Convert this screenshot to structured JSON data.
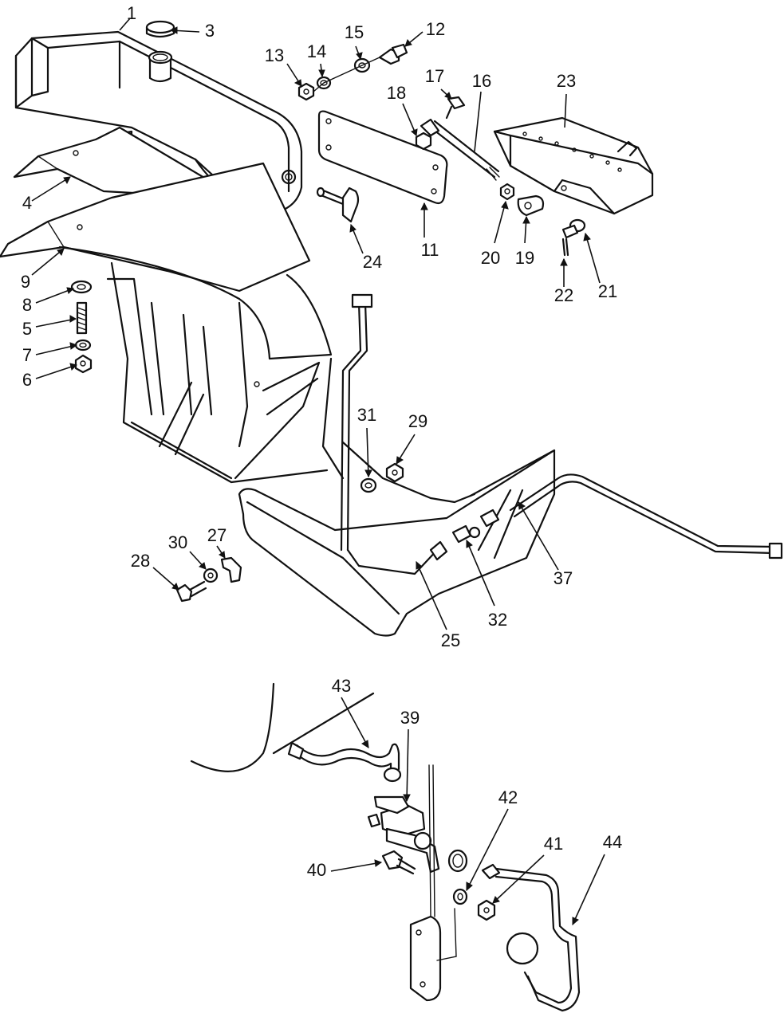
{
  "diagram": {
    "colors": {
      "ink": "#111111",
      "paper": "#ffffff"
    },
    "callouts": [
      {
        "id": "c1",
        "label": "1"
      },
      {
        "id": "c3",
        "label": "3"
      },
      {
        "id": "c4",
        "label": "4"
      },
      {
        "id": "c5",
        "label": "5"
      },
      {
        "id": "c6",
        "label": "6"
      },
      {
        "id": "c7",
        "label": "7"
      },
      {
        "id": "c8",
        "label": "8"
      },
      {
        "id": "c9",
        "label": "9"
      },
      {
        "id": "c11",
        "label": "11"
      },
      {
        "id": "c12",
        "label": "12"
      },
      {
        "id": "c13",
        "label": "13"
      },
      {
        "id": "c14",
        "label": "14"
      },
      {
        "id": "c15",
        "label": "15"
      },
      {
        "id": "c16",
        "label": "16"
      },
      {
        "id": "c17",
        "label": "17"
      },
      {
        "id": "c18",
        "label": "18"
      },
      {
        "id": "c19",
        "label": "19"
      },
      {
        "id": "c20",
        "label": "20"
      },
      {
        "id": "c21",
        "label": "21"
      },
      {
        "id": "c22",
        "label": "22"
      },
      {
        "id": "c23",
        "label": "23"
      },
      {
        "id": "c24",
        "label": "24"
      },
      {
        "id": "c25",
        "label": "25"
      },
      {
        "id": "c27",
        "label": "27"
      },
      {
        "id": "c28",
        "label": "28"
      },
      {
        "id": "c29",
        "label": "29"
      },
      {
        "id": "c30",
        "label": "30"
      },
      {
        "id": "c31",
        "label": "31"
      },
      {
        "id": "c32",
        "label": "32"
      },
      {
        "id": "c37",
        "label": "37"
      },
      {
        "id": "c39",
        "label": "39"
      },
      {
        "id": "c40",
        "label": "40"
      },
      {
        "id": "c41",
        "label": "41"
      },
      {
        "id": "c42",
        "label": "42"
      },
      {
        "id": "c43",
        "label": "43"
      },
      {
        "id": "c44",
        "label": "44"
      }
    ]
  }
}
